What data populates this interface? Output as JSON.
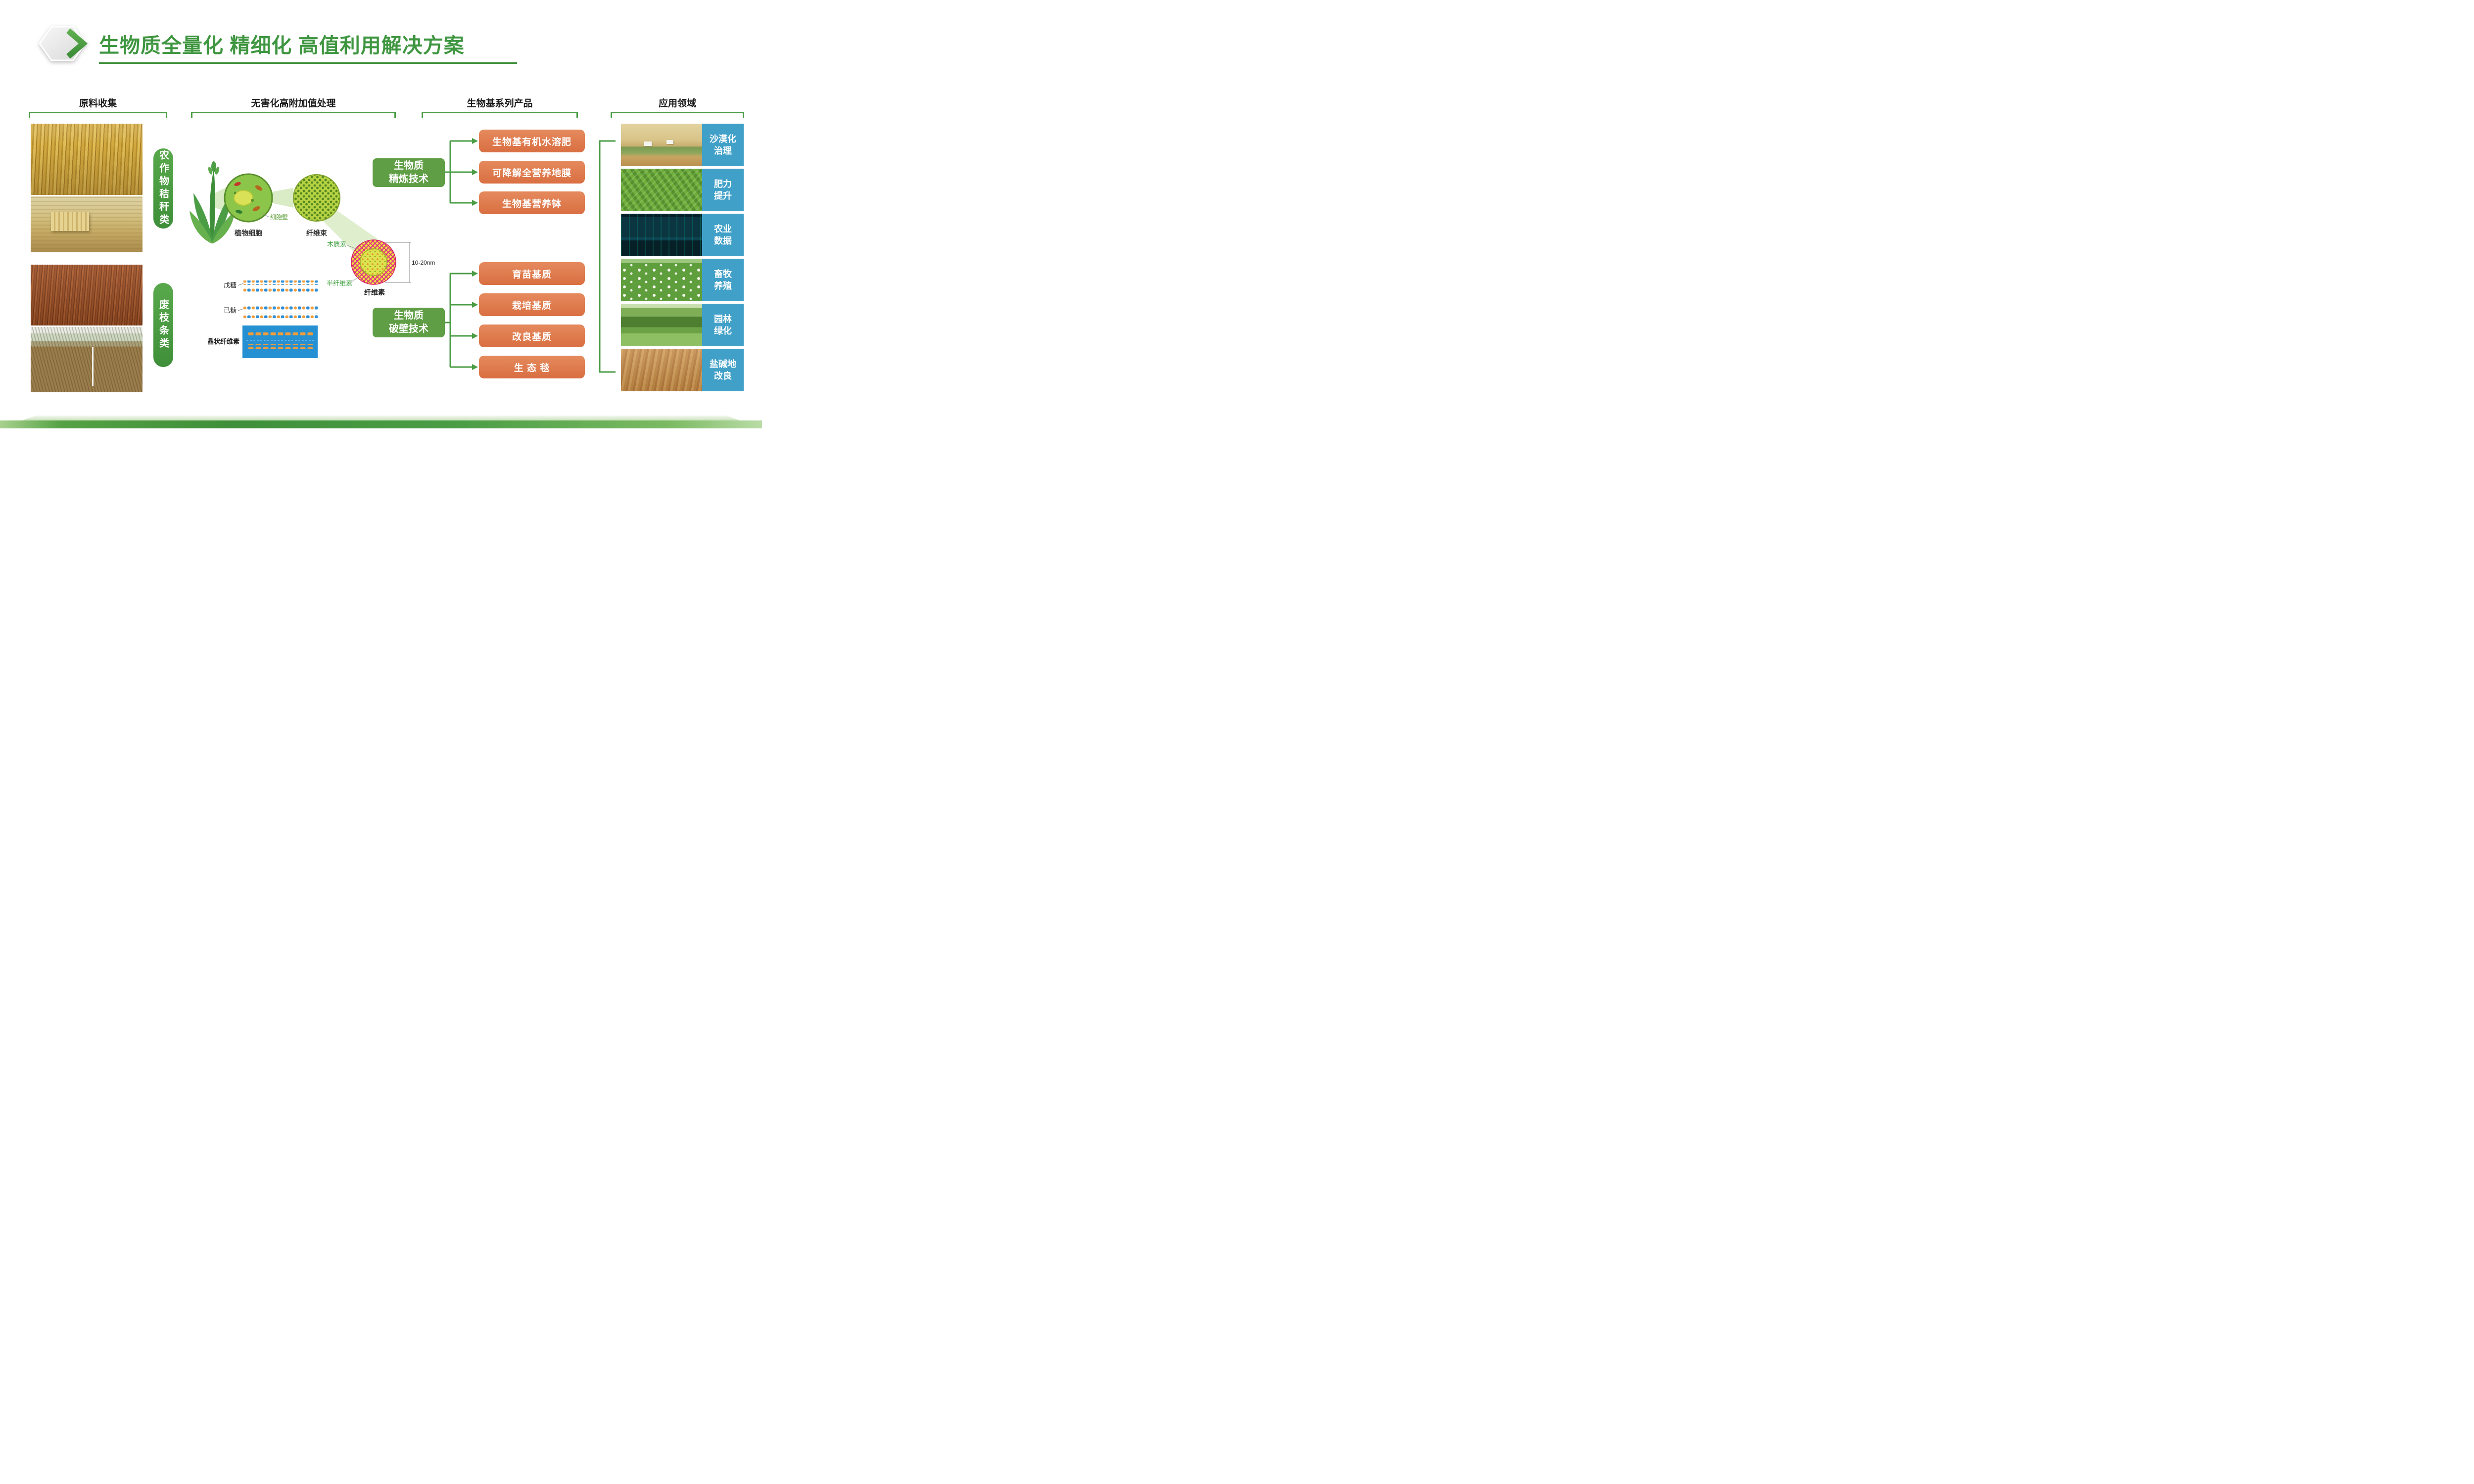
{
  "title": {
    "text": "生物质全量化 精细化 高值利用解决方案"
  },
  "sections": {
    "collection": {
      "header": "原料收集",
      "category_labels": [
        {
          "text": "农作物秸秆类"
        },
        {
          "text": "废枝条类"
        }
      ],
      "photos": [
        {
          "name": "corn-stalks-field"
        },
        {
          "name": "straw-bales"
        },
        {
          "name": "red-branch-pile"
        },
        {
          "name": "pruned-branches"
        }
      ]
    },
    "processing": {
      "header": "无害化高附加值处理",
      "diagram_labels": {
        "plant_cell": "植物细胞",
        "cell_wall": "细胞壁",
        "fiber_bundle": "纤维束",
        "lignin": "木质素",
        "hemicellulose": "半纤维素",
        "cellulose": "纤维素",
        "diameter": "10-20nm",
        "pentose": "戊糖",
        "hexose": "已糖",
        "crystalline_cellulose": "晶状纤维素"
      }
    },
    "products": {
      "header": "生物基系列产品",
      "groups": [
        {
          "tech": "生物质\n精炼技术",
          "items": [
            "生物基有机水溶肥",
            "可降解全营养地膜",
            "生物基营养钵"
          ]
        },
        {
          "tech": "生物质\n破壁技术",
          "items": [
            "育苗基质",
            "栽培基质",
            "改良基质",
            "生 态 毯"
          ]
        }
      ]
    },
    "applications": {
      "header": "应用领域",
      "items": [
        {
          "label": "沙漠化\n治理",
          "photo": "desert-restoration"
        },
        {
          "label": "肥力\n提升",
          "photo": "cabbage-field"
        },
        {
          "label": "农业\n数据",
          "photo": "data-control-screens"
        },
        {
          "label": "畜牧\n养殖",
          "photo": "sheep-grazing"
        },
        {
          "label": "园林\n绿化",
          "photo": "park-greenery"
        },
        {
          "label": "盐碱地\n改良",
          "photo": "plowed-saline-soil"
        }
      ]
    }
  },
  "colors": {
    "brand_green": "#4a9d45",
    "dark_green": "#3f8f3a",
    "tech_box_green": "#5f9e44",
    "product_orange": "#e07a4e",
    "application_blue": "#41a0c8",
    "title_green": "#3f9640"
  }
}
